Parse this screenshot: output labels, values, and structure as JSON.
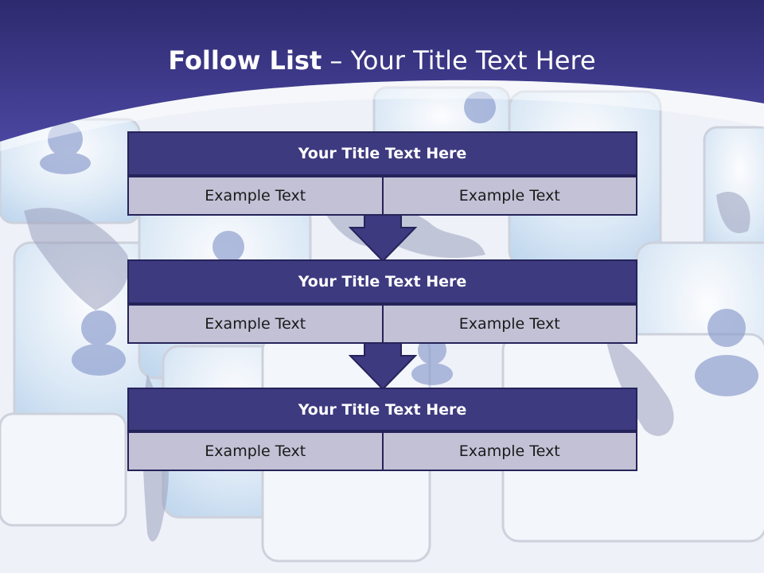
{
  "slide": {
    "title_bold": "Follow List",
    "title_rest": " – Your Title Text Here"
  },
  "blocks": [
    {
      "header": "Your Title Text Here",
      "cells": [
        "Example Text",
        "Example Text"
      ]
    },
    {
      "header": "Your Title Text Here",
      "cells": [
        "Example Text",
        "Example Text"
      ]
    },
    {
      "header": "Your Title Text Here",
      "cells": [
        "Example Text",
        "Example Text"
      ]
    }
  ],
  "colors": {
    "header_fill": "#3d3a80",
    "cell_fill": "#c2c1d6",
    "border": "#26235a",
    "banner": "#3a3680"
  },
  "icons": [
    "person-silhouette-icon",
    "world-map-graphic",
    "down-arrow-icon"
  ]
}
